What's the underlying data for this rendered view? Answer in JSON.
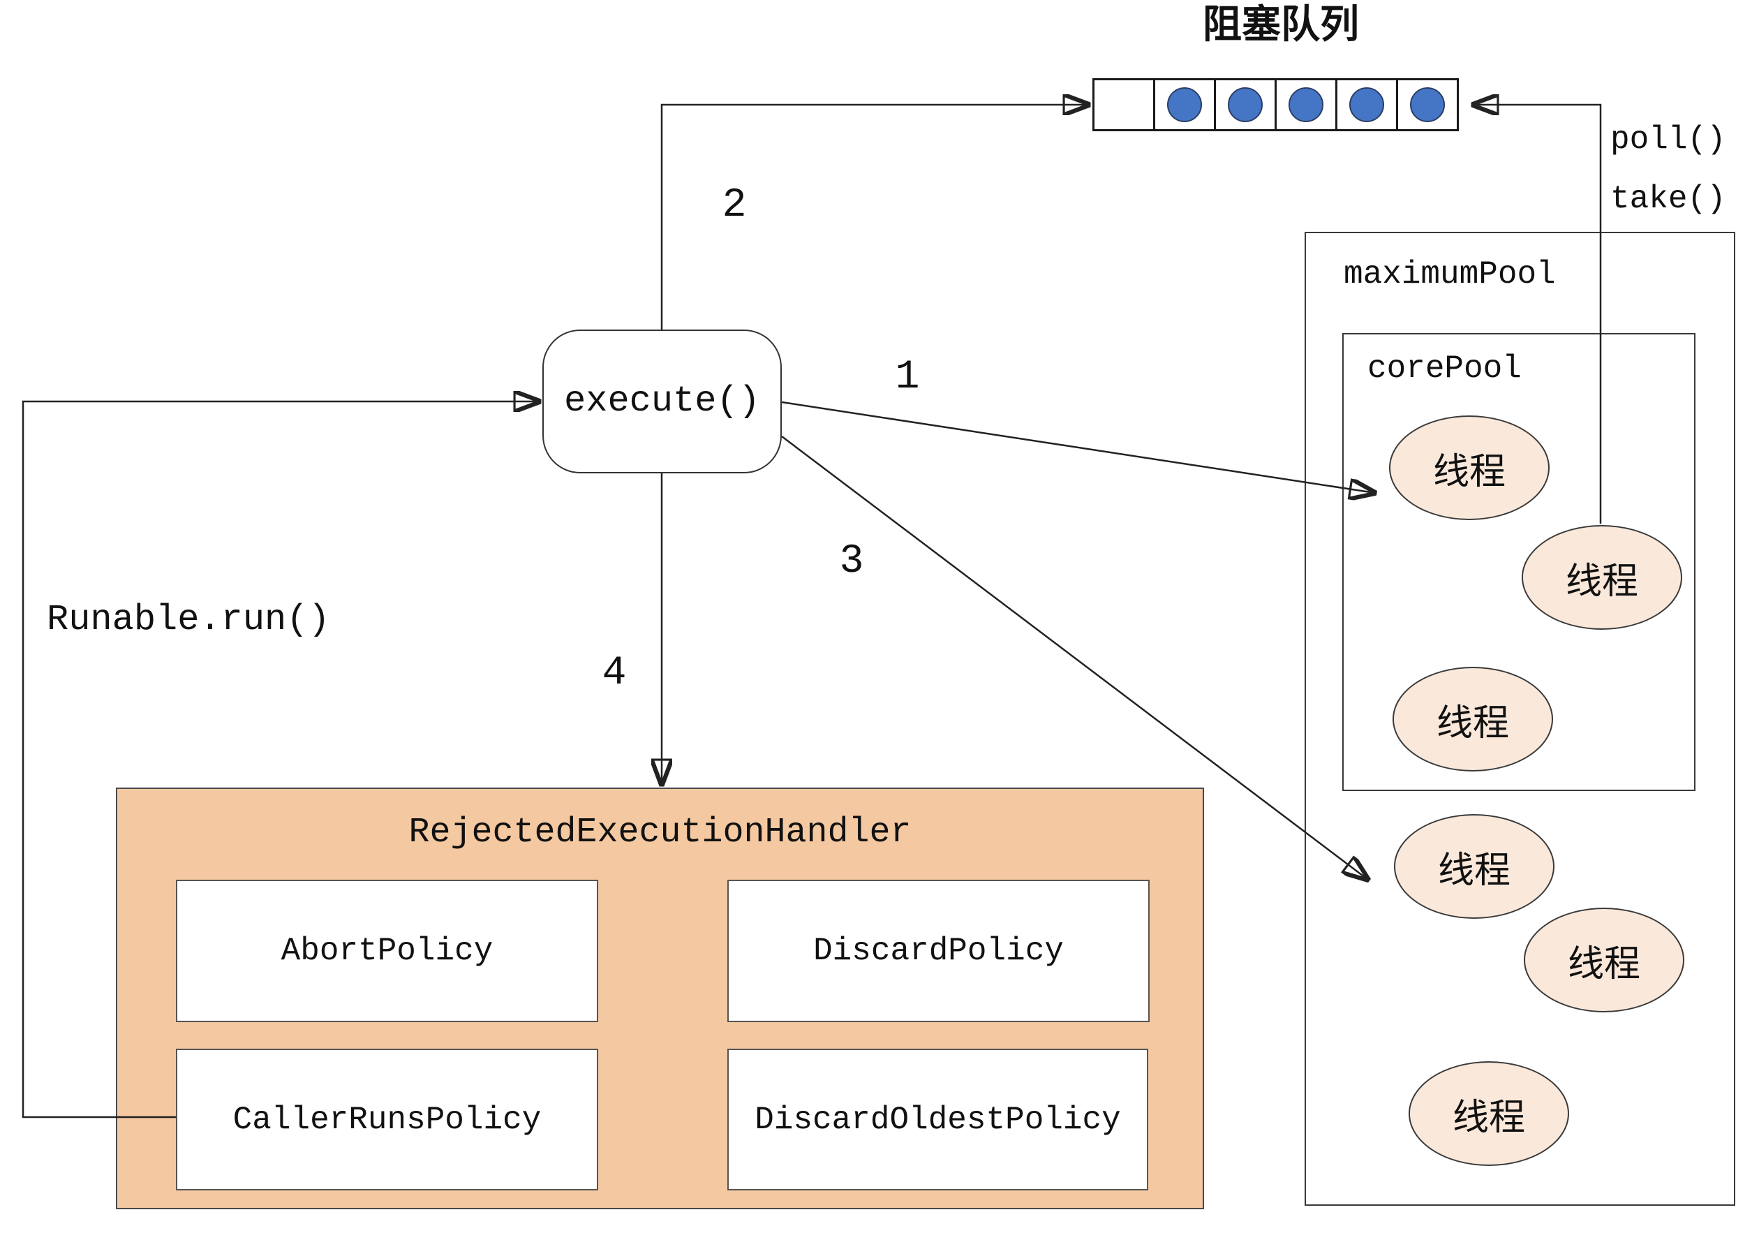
{
  "diagram": {
    "queue": {
      "title": "阻塞队列",
      "cells_filled": [
        false,
        true,
        true,
        true,
        true,
        true
      ],
      "item_color": "#4576c5"
    },
    "io": {
      "poll": "poll()",
      "take": "take()"
    },
    "pools": {
      "maximum": "maximumPool",
      "core": "corePool",
      "thread": "线程"
    },
    "execute": {
      "label": "execute()"
    },
    "runnable": {
      "label": "Runable.run()"
    },
    "steps": {
      "1": "1",
      "2": "2",
      "3": "3",
      "4": "4"
    },
    "handler": {
      "title": "RejectedExecutionHandler",
      "bg_color": "#f4c8a0",
      "policies": [
        "AbortPolicy",
        "DiscardPolicy",
        "CallerRunsPolicy",
        "DiscardOldestPolicy"
      ]
    }
  }
}
